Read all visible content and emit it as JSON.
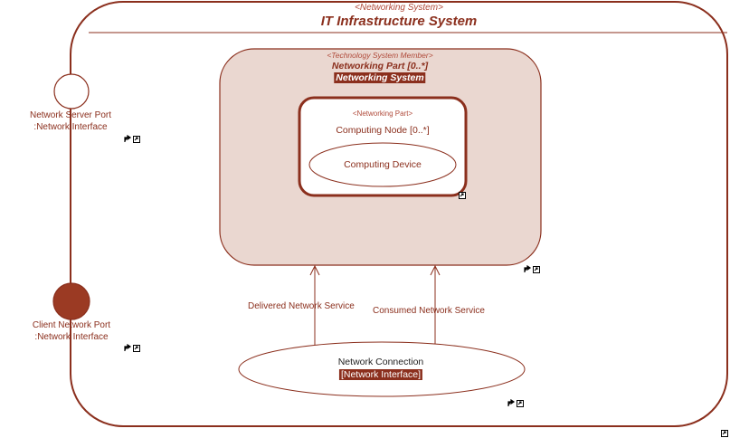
{
  "colors": {
    "stroke": "#8b2f1d",
    "text": "#8b2f1d",
    "fill_part": "#ead7d0",
    "fill_port": "#9b3a23",
    "stereotype": "#b04a3a"
  },
  "system": {
    "stereotype": "<Networking System>",
    "title": "IT Infrastructure System"
  },
  "networking_part": {
    "stereotype": "<Technology System Member>",
    "name": "Networking Part [0..*]",
    "type": "Networking System"
  },
  "computing_node": {
    "stereotype": "<Networking Part>",
    "name": "Computing Node [0..*]",
    "device": "Computing Device"
  },
  "ports": [
    {
      "name": "Network Server Port",
      "type": ":Network Interface",
      "filled": false
    },
    {
      "name": "Client Network Port",
      "type": ":Network Interface",
      "filled": true
    }
  ],
  "connectors": [
    {
      "label": "Delivered Network Service"
    },
    {
      "label": "Consumed Network Service"
    }
  ],
  "network_connection": {
    "name": "Network Connection",
    "type": "[Network Interface]"
  },
  "icons": [
    "navigate-icon",
    "link-icon"
  ]
}
